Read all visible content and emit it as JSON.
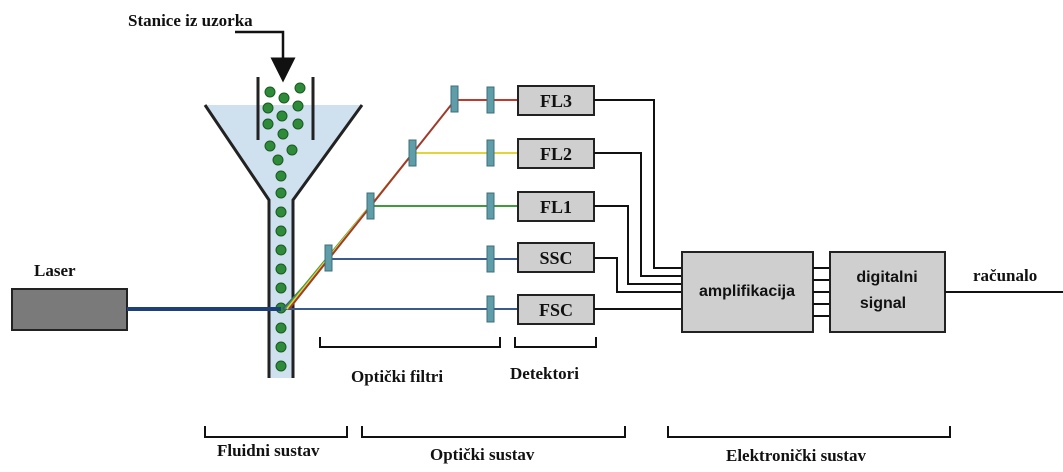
{
  "labels": {
    "sample_input": "Stanice iz uzorka",
    "laser": "Laser",
    "optical_filters": "Optički filtri",
    "detectors": "Detektori",
    "amplification": "amplifikacija",
    "digital_signal_line1": "digitalni",
    "digital_signal_line2": "signal",
    "computer": "računalo",
    "fluidics_system": "Fluidni sustav",
    "optics_system": "Optički sustav",
    "electronics_system": "Elektronički sustav"
  },
  "detectors": [
    "FL3",
    "FL2",
    "FL1",
    "SSC",
    "FSC"
  ],
  "colors": {
    "laser_beam": "#1f3f78",
    "fl3_beam": "#c0392b",
    "fl2_beam": "#e3d43a",
    "fl1_beam": "#3f9b3b",
    "filter": "#5f9ea8",
    "cell": "#2e8b3a",
    "funnel": "#cfe0ee"
  }
}
